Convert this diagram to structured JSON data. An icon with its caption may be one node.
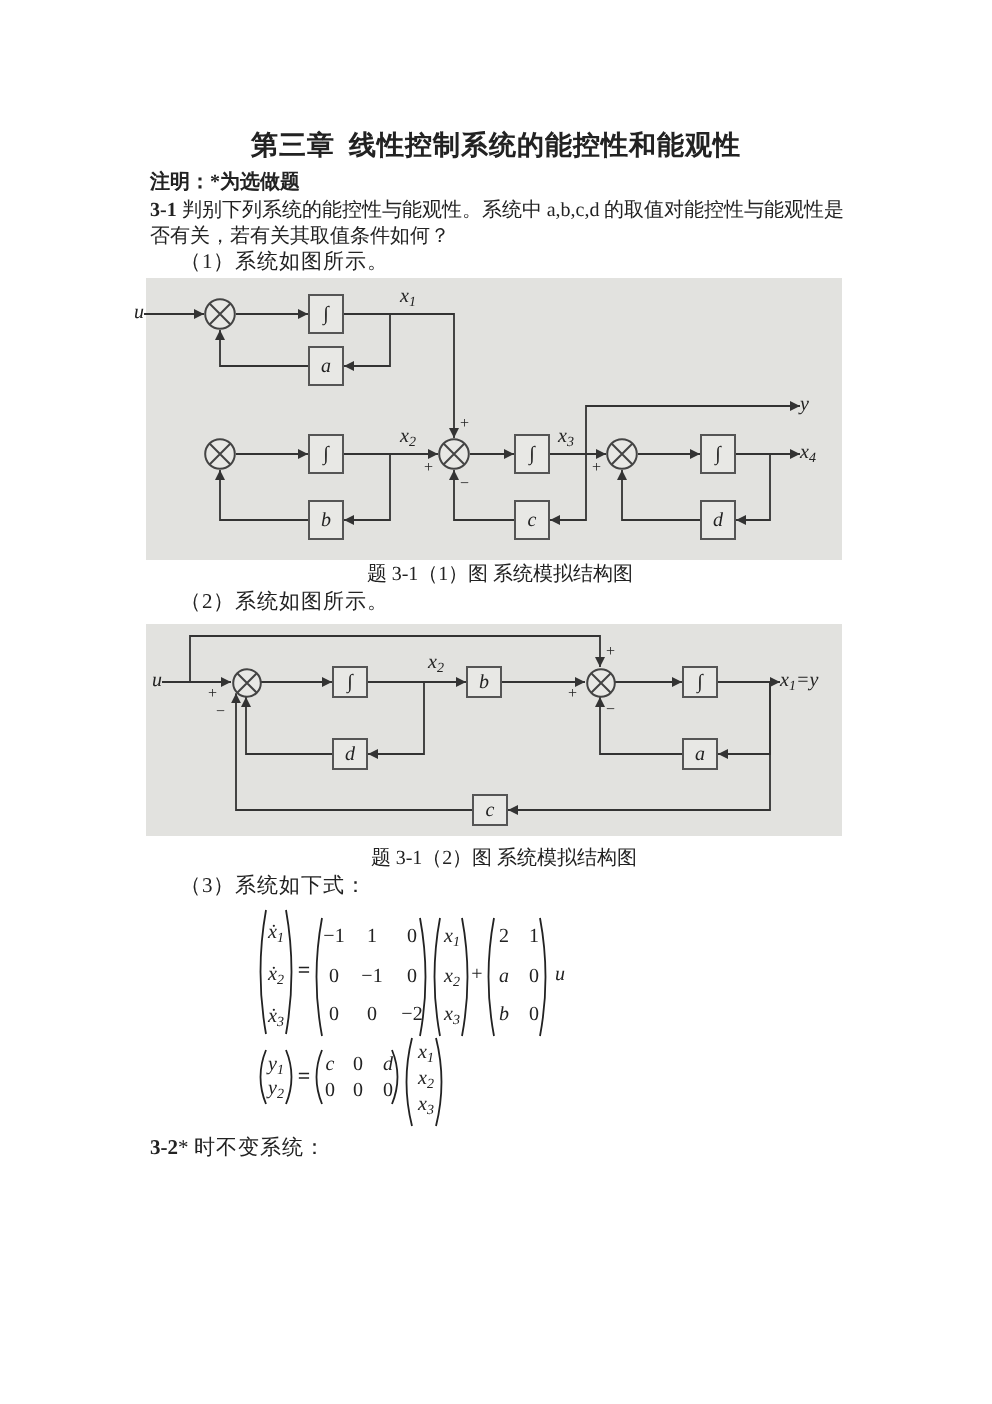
{
  "diagram": {
    "title": "第三章  线性控制系统的能控性和能观性",
    "nodes": [
      {
        "text": [
          "u"
        ]
      },
      {
        "text": [],
        "shape": "circle"
      },
      {
        "text": [
          "∫"
        ]
      },
      {
        "text": [
          "a"
        ]
      },
      {
        "text": [
          "y"
        ]
      },
      {
        "text": [],
        "shape": "circle"
      },
      {
        "text": [
          "∫"
        ]
      },
      {
        "text": [],
        "shape": "circle"
      },
      {
        "text": [
          "∫"
        ]
      },
      {
        "text": [],
        "shape": "circle"
      },
      {
        "text": [
          "∫"
        ]
      },
      {
        "text": [
          "x$_{4}$"
        ]
      },
      {
        "text": [
          "b"
        ]
      },
      {
        "text": [
          "c"
        ]
      },
      {
        "text": [
          "d"
        ]
      },
      {
        "text": [
          "u"
        ]
      },
      {
        "text": [],
        "shape": "circle"
      },
      {
        "text": [
          "∫"
        ]
      },
      {
        "text": [
          "b"
        ]
      },
      {
        "text": [],
        "shape": "circle"
      },
      {
        "text": [
          "∫"
        ]
      },
      {
        "text": [
          "x$_{1}$=y"
        ]
      },
      {
        "text": [
          "d"
        ]
      },
      {
        "text": [
          "a"
        ]
      },
      {
        "text": [
          "c"
        ]
      }
    ],
    "edges": [
      {
        "from": 0,
        "to": 1,
        "arrow": "to"
      },
      {
        "from": 1,
        "to": 2,
        "arrow": "to"
      },
      {
        "from": 2,
        "to": 3,
        "arrow": "to"
      },
      {
        "from": 3,
        "to": 1,
        "arrow": "to"
      },
      {
        "from": 2,
        "to": 7,
        "arrow": "to"
      },
      {
        "from": 5,
        "to": 6,
        "arrow": "to"
      },
      {
        "from": 6,
        "to": 12,
        "arrow": "to"
      },
      {
        "from": 12,
        "to": 5,
        "arrow": "to"
      },
      {
        "from": 6,
        "to": 7,
        "arrow": "to"
      },
      {
        "from": 7,
        "to": 8,
        "arrow": "to"
      },
      {
        "from": 8,
        "to": 13,
        "arrow": "to"
      },
      {
        "from": 13,
        "to": 7,
        "arrow": "to"
      },
      {
        "from": 8,
        "to": 9,
        "arrow": "to"
      },
      {
        "from": 8,
        "to": 4,
        "arrow": "to"
      },
      {
        "from": 9,
        "to": 10,
        "arrow": "to"
      },
      {
        "from": 10,
        "to": 14,
        "arrow": "to"
      },
      {
        "from": 14,
        "to": 9,
        "arrow": "to"
      },
      {
        "from": 10,
        "to": 11,
        "arrow": "to"
      },
      {
        "from": 15,
        "to": 16,
        "arrow": "to"
      },
      {
        "from": 15,
        "to": 19,
        "arrow": "to"
      },
      {
        "from": 16,
        "to": 17,
        "arrow": "to"
      },
      {
        "from": 17,
        "to": 18,
        "arrow": "to"
      },
      {
        "from": 17,
        "to": 22,
        "arrow": "to"
      },
      {
        "from": 22,
        "to": 16,
        "arrow": "to"
      },
      {
        "from": 18,
        "to": 19,
        "arrow": "to"
      },
      {
        "from": 19,
        "to": 20,
        "arrow": "to"
      },
      {
        "from": 20,
        "to": 21,
        "arrow": "to"
      },
      {
        "from": 20,
        "to": 23,
        "arrow": "to"
      },
      {
        "from": 23,
        "to": 19,
        "arrow": "to"
      },
      {
        "from": 20,
        "to": 24,
        "arrow": "to"
      },
      {
        "from": 24,
        "to": 16,
        "arrow": "to"
      }
    ],
    "labels": [
      "注明：*为选做题",
      "**3-1** 判别下列系统的能控性与能观性。系统中 a,b,c,d 的取值对能控性与能观性是否有关，若有关其取值条件如何？",
      "（1）系统如图所示。",
      "x$_{1}$",
      "x$_{2}$",
      "x$_{3}$",
      "+",
      "+",
      "−",
      "+",
      "题 3-1（1）图 系统模拟结构图",
      "（2）系统如图所示。",
      "x$_{2}$",
      "+",
      "−",
      "+",
      "+",
      "−",
      "题 3-1（2）图 系统模拟结构图",
      "（3）系统如下式：",
      "ẋ$_{1}$",
      "ẋ$_{2}$",
      "ẋ$_{3}$",
      "=",
      "−1",
      "1",
      "0",
      "0",
      "−1",
      "0",
      "0",
      "0",
      "−2",
      "x$_{1}$",
      "x$_{2}$",
      "x$_{3}$",
      "+",
      "2",
      "1",
      "a",
      "0",
      "b",
      "0",
      "u",
      "y$_{1}$",
      "y$_{2}$",
      "=",
      "c",
      "0",
      "d",
      "0",
      "0",
      "0",
      "x$_{1}$",
      "x$_{2}$",
      "x$_{3}$",
      "**3-2*** 时不变系统："
    ]
  }
}
